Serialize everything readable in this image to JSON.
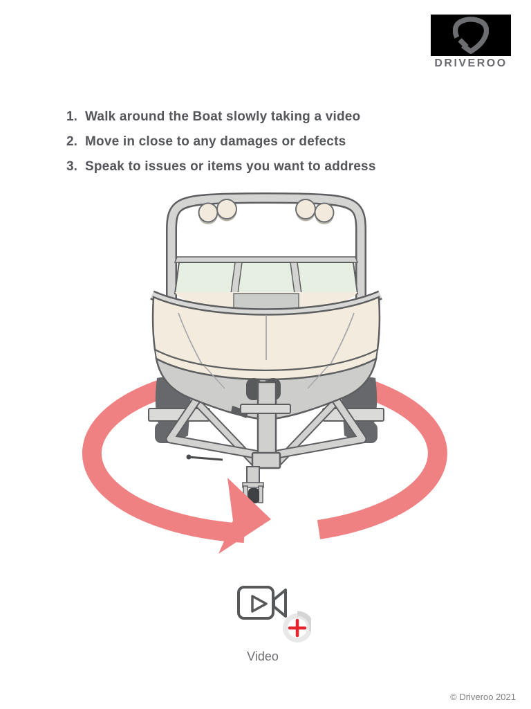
{
  "logo": {
    "brand": "DRIVEROO",
    "bg_color": "#000000",
    "icon_color": "#6d6e71",
    "text_color": "#696b6e"
  },
  "instructions": {
    "steps": [
      {
        "number": "1.",
        "text": "Walk around the Boat slowly taking a video"
      },
      {
        "number": "2.",
        "text": "Move in close to any damages or defects"
      },
      {
        "number": "3.",
        "text": "Speak to issues or items you want to address"
      }
    ]
  },
  "illustration": {
    "description": "Front view of a boat on a trailer encircled by a red walk-around direction arrow",
    "arrow_color": "#F08182",
    "hull_color": "#F3EBDE",
    "metal_color": "#D2D3D1",
    "glass_color": "#E7EFE3",
    "outline_color": "#5D5E60"
  },
  "video_button": {
    "label": "Video",
    "camera_icon_color": "#57585a",
    "plus_color": "#E5242D"
  },
  "footer": {
    "copyright": "© Driveroo 2021"
  }
}
